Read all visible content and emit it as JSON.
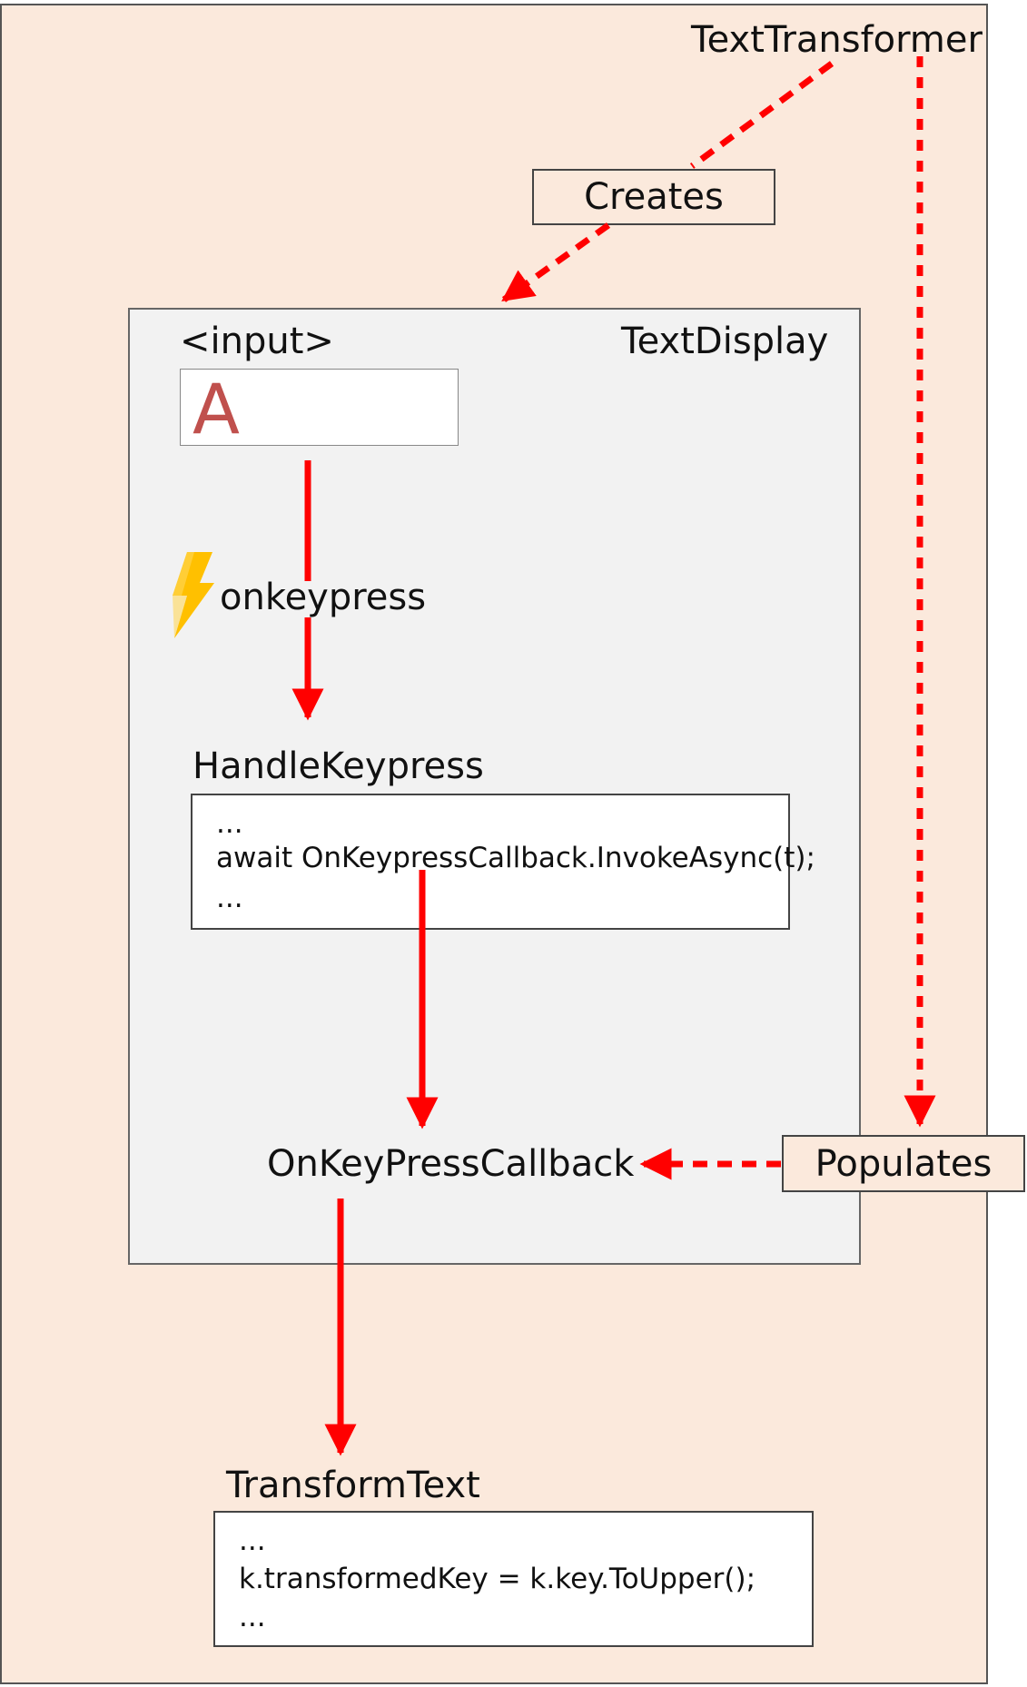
{
  "diagram": {
    "outer_title": "TextTransformer",
    "creates_label": "Creates",
    "populates_label": "Populates",
    "inner_title": "TextDisplay",
    "input_tag": "<input>",
    "input_value": "A",
    "event_name": "onkeypress",
    "handler": {
      "title": "HandleKeypress",
      "lines": [
        "...",
        "await OnKeypressCallback.InvokeAsync(t);",
        "..."
      ]
    },
    "callback_name": "OnKeyPressCallback",
    "transform": {
      "title": "TransformText",
      "lines": [
        "...",
        "k.transformedKey = k.key.ToUpper();",
        "..."
      ]
    },
    "icon": "lightning-icon",
    "colors": {
      "outer_bg": "#fbe9dc",
      "inner_bg": "#f2f2f2",
      "arrow": "#ff0000",
      "input_text": "#c0504d",
      "lightning": "#ffc000"
    }
  }
}
